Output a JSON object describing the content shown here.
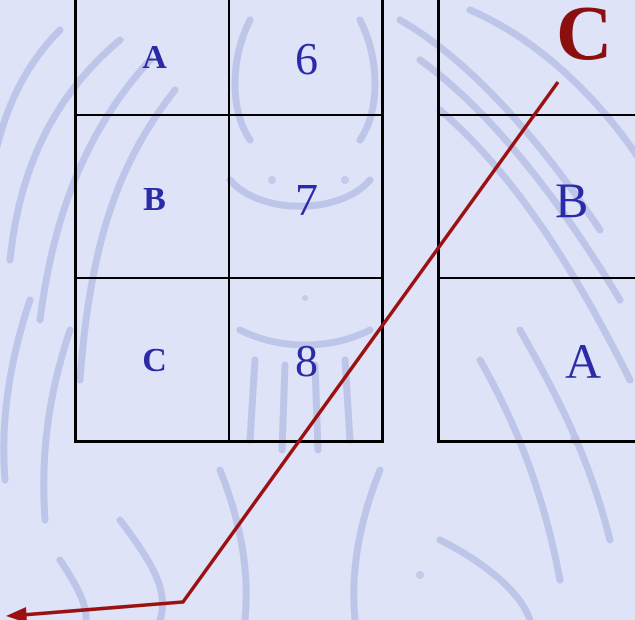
{
  "table_left": {
    "rows": [
      {
        "letter": "A",
        "number": "6"
      },
      {
        "letter": "B",
        "number": "7"
      },
      {
        "letter": "C",
        "number": "8"
      }
    ]
  },
  "table_right": {
    "rows": [
      "",
      "B",
      "A"
    ]
  },
  "highlight_label": "C",
  "colors": {
    "background": "#dfe3f7",
    "watermark": "#b8c0e6",
    "cell_text": "#2b2ba8",
    "arrow": "#9b1010",
    "highlight_label": "#8b0f0f",
    "grid_line": "#000000"
  },
  "icons": {
    "watermark": "angel-watermark-icon",
    "arrow": "arrow-left-icon"
  }
}
